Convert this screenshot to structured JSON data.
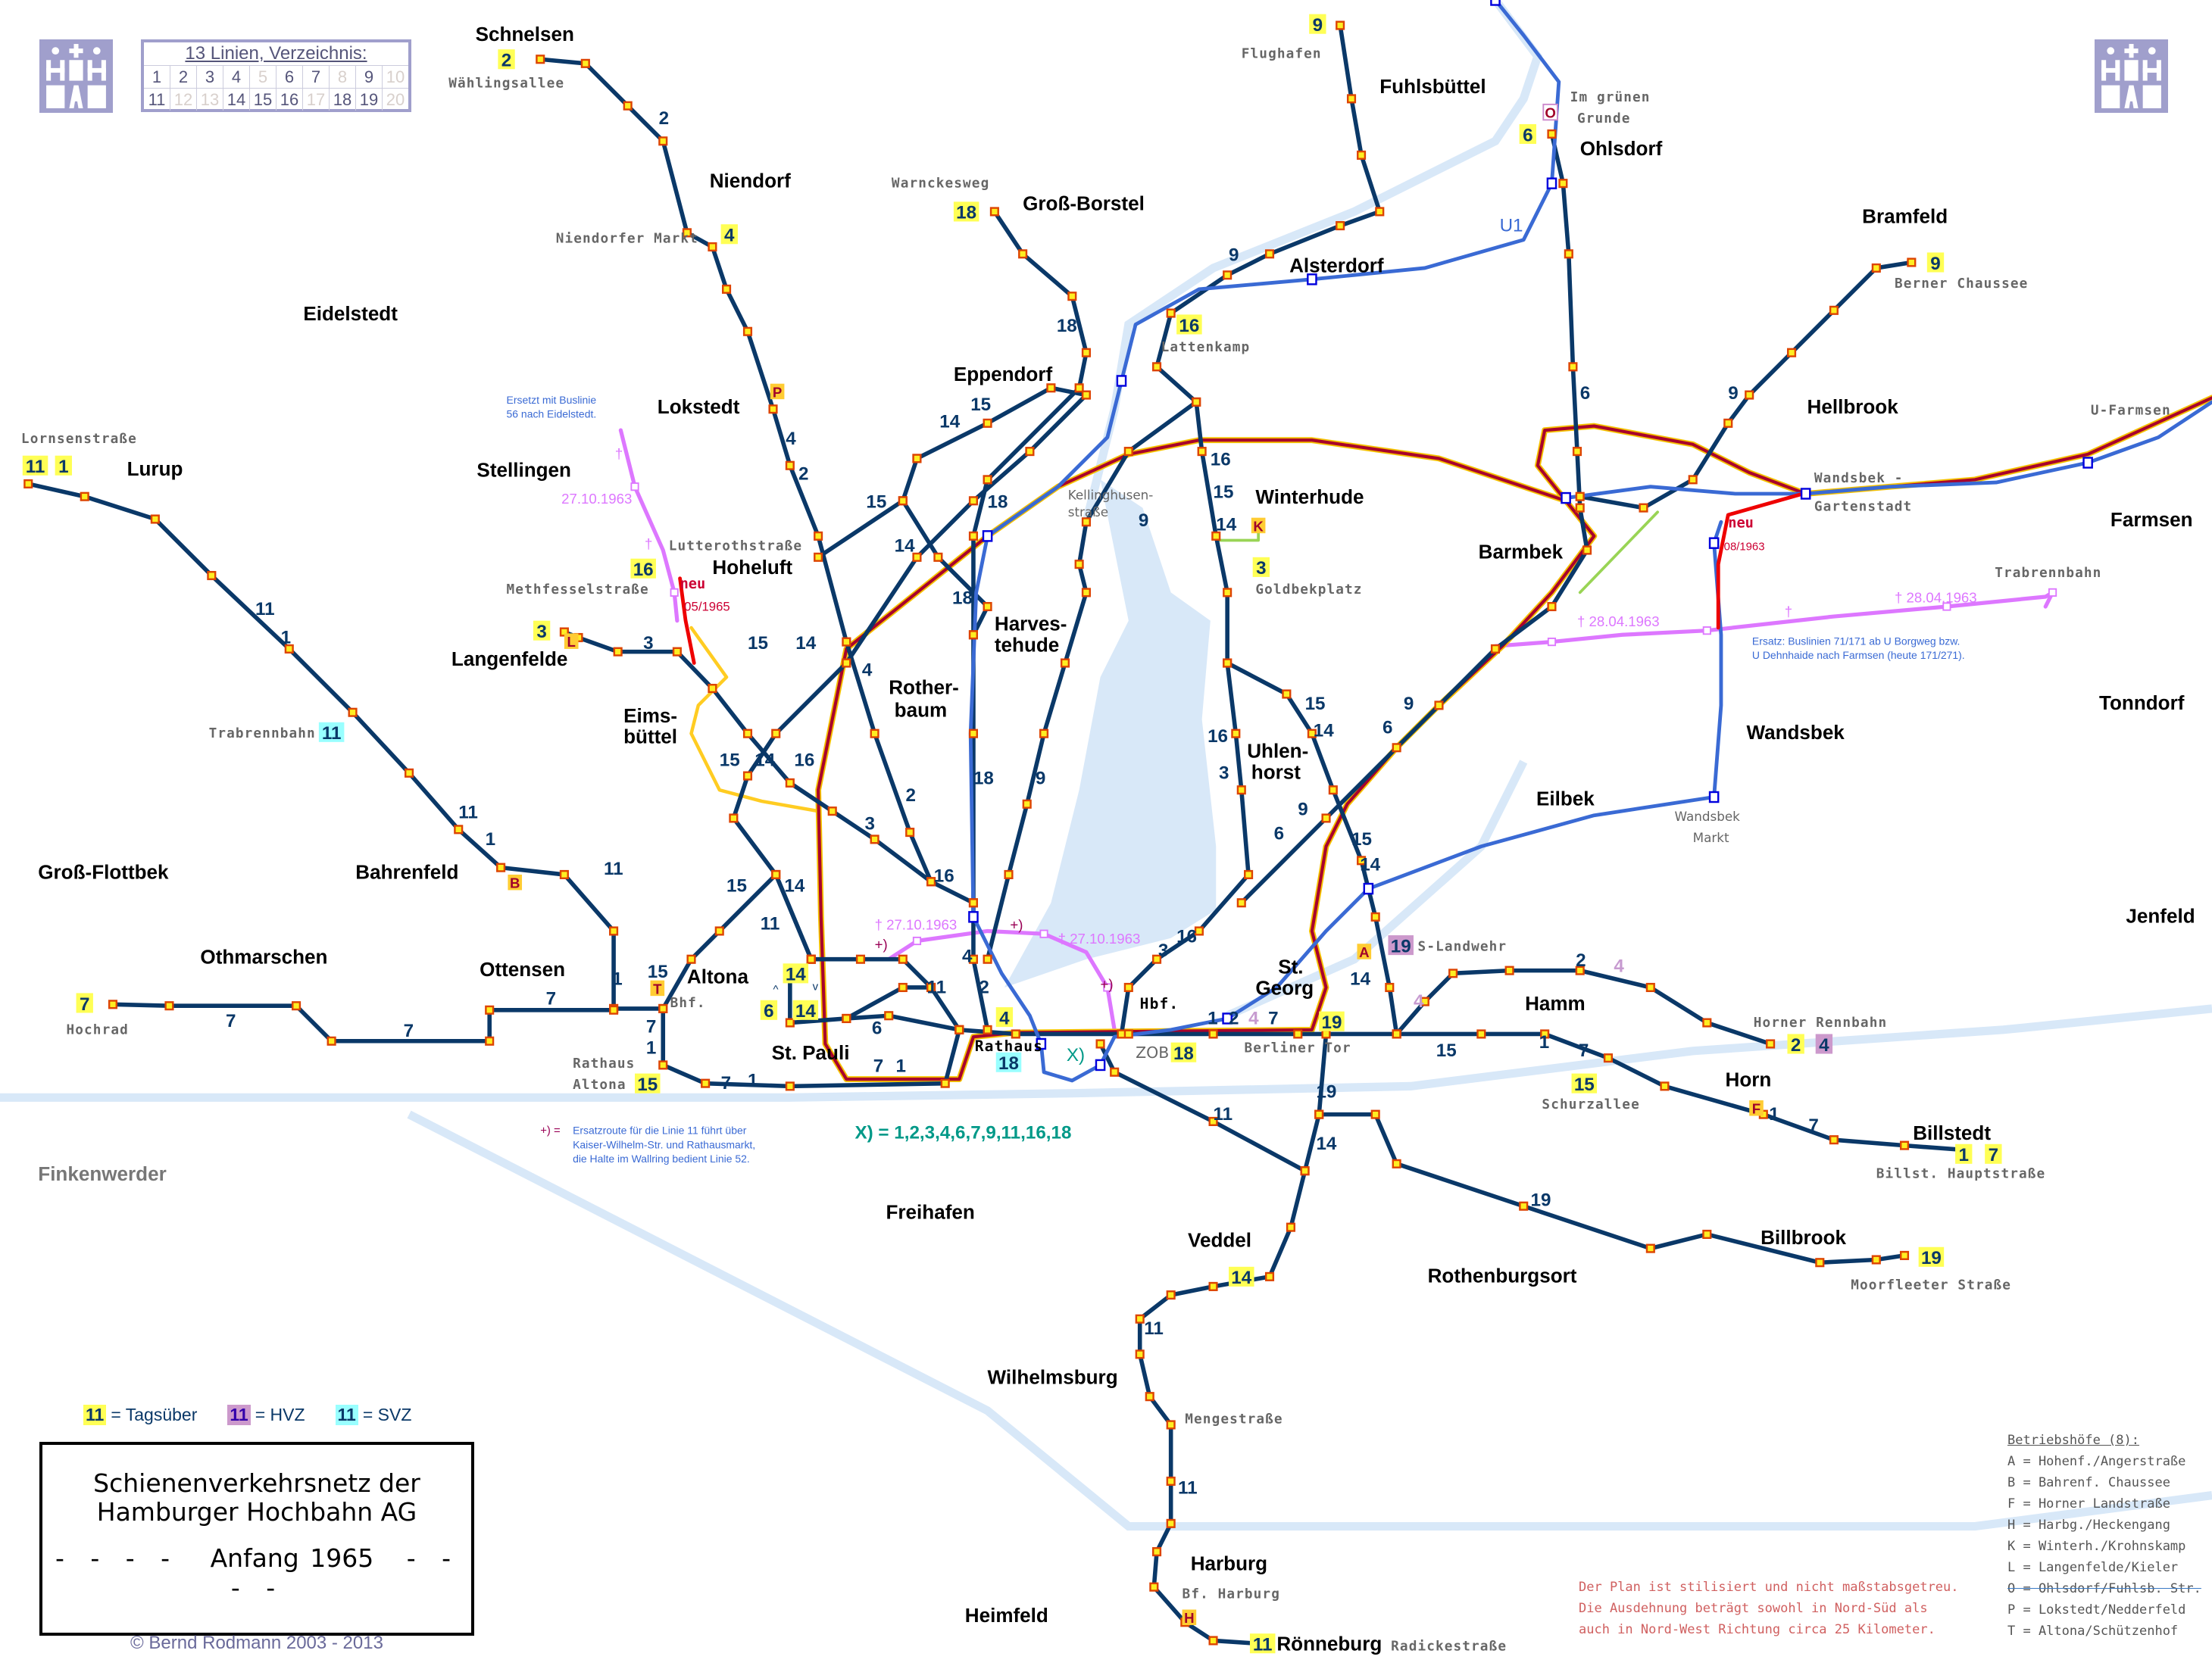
{
  "title": {
    "line1": "Schienenverkehrsnetz der",
    "line2": "Hamburger  Hochbahn  AG",
    "dashes_left": "- - - -",
    "subtitle": "Anfang 1965",
    "dashes_right": "- - - -",
    "copyright": "© Bernd Rodmann 2003 - 2013"
  },
  "logo_text": "HHA",
  "line_index": {
    "header": "13 Linien, Verzeichnis:",
    "row1": [
      {
        "n": "1",
        "active": true
      },
      {
        "n": "2",
        "active": true
      },
      {
        "n": "3",
        "active": true
      },
      {
        "n": "4",
        "active": true
      },
      {
        "n": "5",
        "active": false
      },
      {
        "n": "6",
        "active": true
      },
      {
        "n": "7",
        "active": true
      },
      {
        "n": "8",
        "active": false
      },
      {
        "n": "9",
        "active": true
      },
      {
        "n": "10",
        "active": false
      }
    ],
    "row2": [
      {
        "n": "11",
        "active": true
      },
      {
        "n": "12",
        "active": false
      },
      {
        "n": "13",
        "active": false
      },
      {
        "n": "14",
        "active": true
      },
      {
        "n": "15",
        "active": true
      },
      {
        "n": "16",
        "active": true
      },
      {
        "n": "17",
        "active": false
      },
      {
        "n": "18",
        "active": true
      },
      {
        "n": "19",
        "active": true
      },
      {
        "n": "20",
        "active": false
      }
    ]
  },
  "legend": {
    "tags": {
      "num": "11",
      "label": "= Tagsüber",
      "color": "#ffff55"
    },
    "hvz": {
      "num": "11",
      "label": "= HVZ",
      "color": "#cc99cc"
    },
    "svz": {
      "num": "11",
      "label": "= SVZ",
      "color": "#99ffff"
    }
  },
  "depots": {
    "header": "Betriebshöfe  (8):",
    "items": [
      {
        "text": "A = Hohenf./Angerstraße",
        "closed": false
      },
      {
        "text": "B = Bahrenf. Chaussee",
        "closed": false
      },
      {
        "text": "F = Horner Landstraße",
        "closed": false
      },
      {
        "text": "H = Harbg./Heckengang",
        "closed": false
      },
      {
        "text": "K = Winterh./Krohnskamp",
        "closed": false
      },
      {
        "text": "L = Langenfelde/Kieler",
        "closed": false
      },
      {
        "text": "O = Ohlsdorf/Fuhlsb. Str.",
        "closed": true
      },
      {
        "text": "P = Lokstedt/Nedderfeld",
        "closed": false
      },
      {
        "text": "T = Altona/Schützenhof",
        "closed": false
      }
    ]
  },
  "disclaimer": [
    "Der Plan ist stilisiert und nicht maßstabsgetreu.",
    "Die Ausdehnung beträgt sowohl in Nord-Süd als",
    "auch in Nord-West Richtung circa 25 Kilometer."
  ],
  "districts": [
    "Schnelsen",
    "Niendorf",
    "Eidelstedt",
    "Lokstedt",
    "Lurup",
    "Stellingen",
    "Hoheluft",
    "Langenfelde",
    "Eims-",
    "büttel",
    "Groß-Flottbek",
    "Bahrenfeld",
    "Othmarschen",
    "Ottensen",
    "Altona",
    "St. Pauli",
    "Fuhlsbüttel",
    "Ohlsdorf",
    "Groß-Borstel",
    "Alsterdorf",
    "Eppendorf",
    "Winterhude",
    "Harves-",
    "tehude",
    "Rother-",
    "baum",
    "Uhlen-",
    "horst",
    "Barmbek",
    "Bramfeld",
    "Hellbrook",
    "Farmsen",
    "Tonndorf",
    "Wandsbek",
    "Eilbek",
    "Jenfeld",
    "St.",
    "Georg",
    "Hamm",
    "Horn",
    "Billstedt",
    "Billbrook",
    "Rothenburgsort",
    "Veddel",
    "Freihafen",
    "Wilhelmsburg",
    "Harburg",
    "Heimfeld",
    "Rönneburg"
  ],
  "districts_gray": [
    "Finkenwerder"
  ],
  "stations": [
    "Wählingsallee",
    "Flughafen",
    "Im grünen",
    "Grunde",
    "Warnckesweg",
    "Niendorfer Markt",
    "Berner Chaussee",
    "Lattenkamp",
    "Lornsenstraße",
    "U-Farmsen",
    "Wandsbek -",
    "Gartenstadt",
    "Trabrennbahn",
    "Trabrennbahn",
    "Lutterothstraße",
    "Methfesselstraße",
    "Goldbekplatz",
    "S-Landwehr",
    "Horner Rennbahn",
    "Hochrad",
    "Bhf.",
    "Rathaus",
    "Altona",
    "Berliner Tor",
    "Schurzallee",
    "Billst. Hauptstraße",
    "Moorfleeter Straße",
    "Mengestraße",
    "Bf. Harburg",
    "Radickestraße"
  ],
  "stations_light": [
    "Kellinghusen-",
    "straße",
    "Wandsbek",
    "Markt",
    "ZOB"
  ],
  "stations_black": [
    "Hbf.",
    "Rathaus"
  ],
  "route_numbers": [
    "2",
    "4",
    "2",
    "15",
    "14",
    "18",
    "14",
    "15",
    "18",
    "9",
    "16",
    "15",
    "14",
    "9",
    "18",
    "15",
    "14",
    "4",
    "3",
    "15",
    "14",
    "16",
    "2",
    "3",
    "18",
    "9",
    "16",
    "15",
    "14",
    "11",
    "11",
    "11",
    "1",
    "11",
    "1",
    "7",
    "7",
    "7",
    "1",
    "15",
    "7",
    "1",
    "7",
    "1",
    "7",
    "1",
    "6",
    "11",
    "4",
    "2",
    "3",
    "16",
    "1",
    "2",
    "7",
    "6",
    "9",
    "9",
    "6",
    "15",
    "14",
    "16",
    "3",
    "9",
    "6",
    "15",
    "14",
    "14",
    "2",
    "15",
    "1",
    "7",
    "1",
    "7",
    "19",
    "14",
    "11",
    "19",
    "11",
    "11"
  ],
  "route_numbers_hvz": [
    "4",
    "4",
    "4"
  ],
  "badges": [
    {
      "n": "2",
      "type": "tags"
    },
    {
      "n": "9",
      "type": "tags"
    },
    {
      "n": "6",
      "type": "tags"
    },
    {
      "n": "4",
      "type": "tags"
    },
    {
      "n": "18",
      "type": "tags"
    },
    {
      "n": "16",
      "type": "tags"
    },
    {
      "n": "9",
      "type": "tags"
    },
    {
      "n": "11",
      "type": "tags"
    },
    {
      "n": "1",
      "type": "tags"
    },
    {
      "n": "16",
      "type": "tags"
    },
    {
      "n": "3",
      "type": "tags"
    },
    {
      "n": "3",
      "type": "tags"
    },
    {
      "n": "11",
      "type": "svz"
    },
    {
      "n": "7",
      "type": "tags"
    },
    {
      "n": "6",
      "type": "tags"
    },
    {
      "n": "14",
      "type": "tags"
    },
    {
      "n": "14",
      "type": "tags"
    },
    {
      "n": "15",
      "type": "tags"
    },
    {
      "n": "4",
      "type": "tags"
    },
    {
      "n": "18",
      "type": "svz"
    },
    {
      "n": "18",
      "type": "tags"
    },
    {
      "n": "19",
      "type": "tags"
    },
    {
      "n": "19",
      "type": "hvz"
    },
    {
      "n": "2",
      "type": "tags"
    },
    {
      "n": "4",
      "type": "hvz"
    },
    {
      "n": "15",
      "type": "tags"
    },
    {
      "n": "1",
      "type": "tags"
    },
    {
      "n": "7",
      "type": "tags"
    },
    {
      "n": "19",
      "type": "tags"
    },
    {
      "n": "14",
      "type": "tags"
    },
    {
      "n": "11",
      "type": "tags"
    }
  ],
  "depot_markers": [
    "P",
    "L",
    "B",
    "T",
    "K",
    "A",
    "F",
    "H",
    "O"
  ],
  "annotations": {
    "u1": "U1",
    "stellingen_note_1": "Ersetzt mit Buslinie",
    "stellingen_note_2": "56 nach Eidelstedt.",
    "stellingen_date": "27.10.1963",
    "neu_hoheluft": "neu",
    "neu_hoheluft_date": "05/1965",
    "neu_wandsbek": "neu",
    "neu_wandsbek_date": "08/1963",
    "trab_date_1": "† 28.04.1963",
    "trab_date_2": "† 28.04.1963",
    "trab_note_1": "Ersatz: Buslinien 71/171 ab U Borgweg bzw.",
    "trab_note_2": "U Dehnhaide nach Farmsen (heute 171/271).",
    "wall_date_1": "† 27.10.1963",
    "wall_date_2": "† 27.10.1963",
    "plus_mark": "+)",
    "x_mark": "X)",
    "plus_legend_key": "+) =",
    "plus_legend_1": "Ersatzroute für die Linie 11 führt über",
    "plus_legend_2": "Kaiser-Wilhelm-Str. und Rathausmarkt,",
    "plus_legend_3": "die Halte im Wallring bedient Linie 52.",
    "x_legend": "X) = 1,2,3,4,6,7,9,11,16,18",
    "cross": "†",
    "up_arrow": "^",
    "down_arrow": "v"
  },
  "colors": {
    "tram": "#0a3868",
    "ubahn": "#3a6ad4",
    "sbahn": "#a8002c",
    "removed": "#dd77ff",
    "new": "#ee0000",
    "water": "#d8e8f8",
    "logo": "#a09fcc"
  }
}
